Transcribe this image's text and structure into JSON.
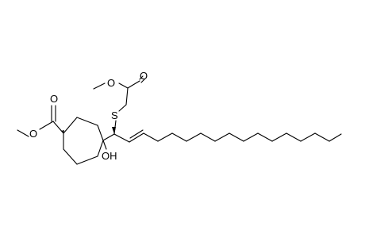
{
  "molecule": {
    "atoms": {
      "ester_ring_o_double": "O",
      "ester_ring_o_single": "O",
      "hydroxyl": "OH",
      "sulfur": "S",
      "ester_chain_o_single": "O",
      "ester_chain_o_double": "O"
    }
  }
}
